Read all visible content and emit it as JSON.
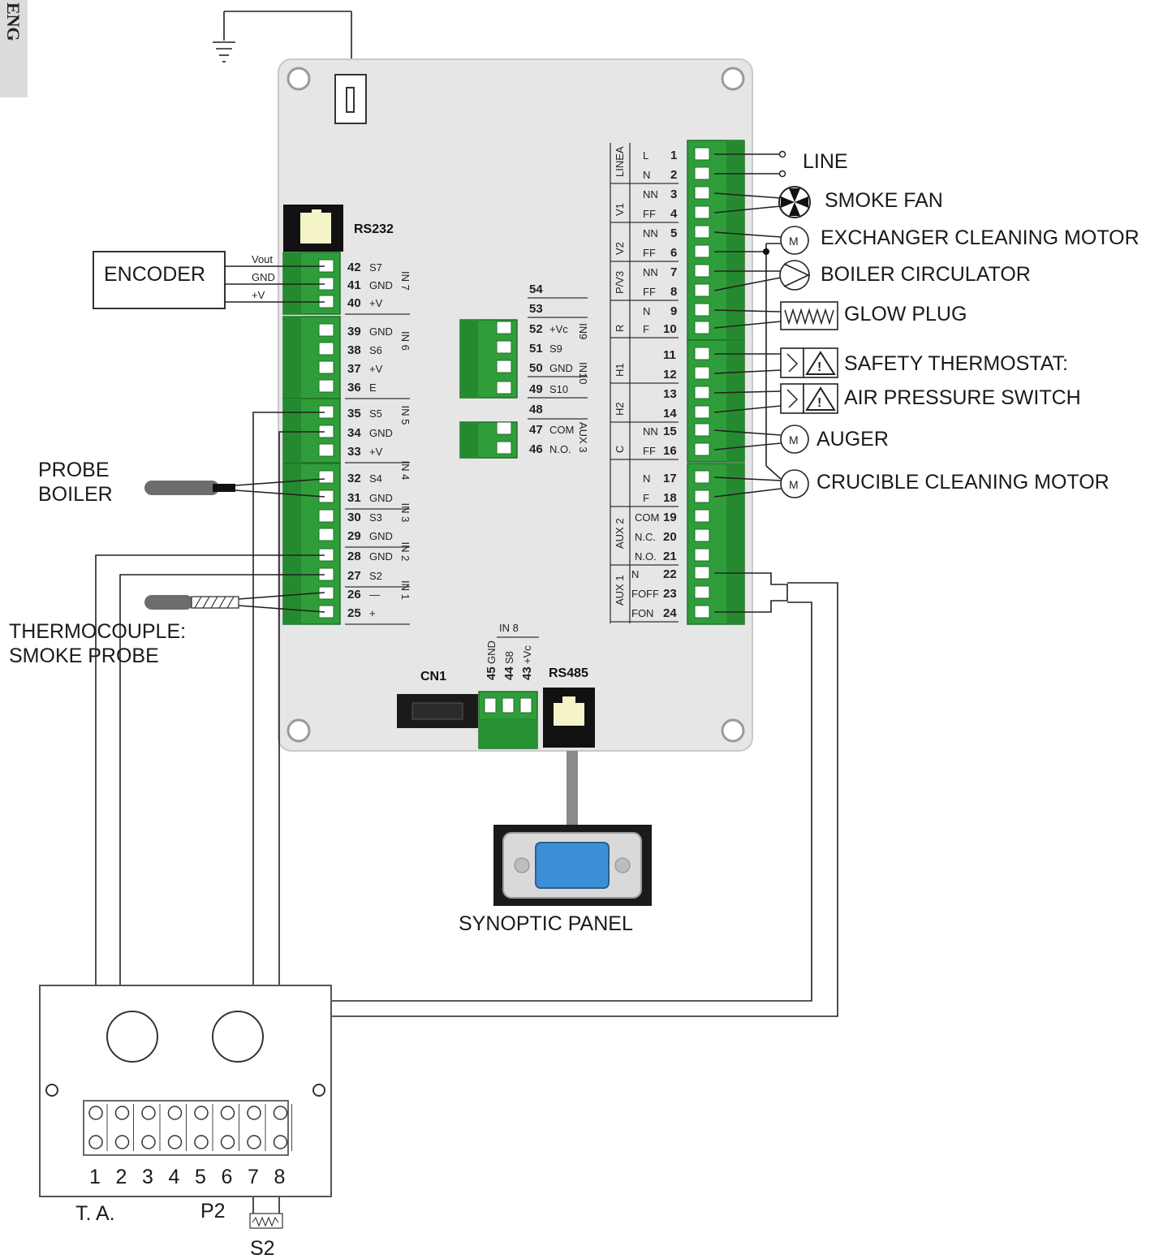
{
  "side_tab": {
    "text": "ENG"
  },
  "labels": {
    "encoder": "ENCODER",
    "rs232": "RS232",
    "rs485": "RS485",
    "cn1": "CN1",
    "in8": "IN 8",
    "probe_line1": "PROBE",
    "probe_line2": "BOILER",
    "thermo_line1": "THERMOCOUPLE:",
    "thermo_line2": "SMOKE PROBE",
    "synoptic": "SYNOPTIC PANEL",
    "ta": "T. A.",
    "p2": "P2",
    "s2": "S2",
    "enc_vout": "Vout",
    "enc_gnd": "GND",
    "enc_v": "+V"
  },
  "right_labels": [
    {
      "id": "line",
      "text": "LINE"
    },
    {
      "id": "smoke-fan",
      "text": "SMOKE FAN"
    },
    {
      "id": "exchanger",
      "text": "EXCHANGER CLEANING MOTOR"
    },
    {
      "id": "circulator",
      "text": "BOILER CIRCULATOR"
    },
    {
      "id": "glow-plug",
      "text": "GLOW PLUG"
    },
    {
      "id": "safety",
      "text": "SAFETY THERMOSTAT:"
    },
    {
      "id": "air",
      "text": "AIR PRESSURE SWITCH"
    },
    {
      "id": "auger",
      "text": "AUGER"
    },
    {
      "id": "crucible",
      "text": "CRUCIBLE CLEANING MOTOR"
    }
  ],
  "left_terminals": [
    {
      "num": "42",
      "sig": "S7"
    },
    {
      "num": "41",
      "sig": "GND"
    },
    {
      "num": "40",
      "sig": "+V"
    },
    {
      "num": "39",
      "sig": "GND"
    },
    {
      "num": "38",
      "sig": "S6"
    },
    {
      "num": "37",
      "sig": "+V"
    },
    {
      "num": "36",
      "sig": "E"
    },
    {
      "num": "35",
      "sig": "S5"
    },
    {
      "num": "34",
      "sig": "GND"
    },
    {
      "num": "33",
      "sig": "+V"
    },
    {
      "num": "32",
      "sig": "S4"
    },
    {
      "num": "31",
      "sig": "GND"
    },
    {
      "num": "30",
      "sig": "S3"
    },
    {
      "num": "29",
      "sig": "GND"
    },
    {
      "num": "28",
      "sig": "GND"
    },
    {
      "num": "27",
      "sig": "S2"
    },
    {
      "num": "26",
      "sig": "—"
    },
    {
      "num": "25",
      "sig": "+"
    }
  ],
  "left_groups": [
    "IN 7",
    "IN 6",
    "IN 5",
    "IN 4",
    "IN 3",
    "IN 2",
    "IN 1"
  ],
  "mid_terminals": [
    {
      "num": "54",
      "sig": ""
    },
    {
      "num": "53",
      "sig": ""
    },
    {
      "num": "52",
      "sig": "+Vc"
    },
    {
      "num": "51",
      "sig": "S9"
    },
    {
      "num": "50",
      "sig": "GND"
    },
    {
      "num": "49",
      "sig": "S10"
    },
    {
      "num": "48",
      "sig": ""
    },
    {
      "num": "47",
      "sig": "COM"
    },
    {
      "num": "46",
      "sig": "N.O."
    }
  ],
  "mid_groups": [
    "IN9",
    "IN10",
    "AUX 3"
  ],
  "right_terminals": [
    {
      "num": "1",
      "sig": "L"
    },
    {
      "num": "2",
      "sig": "N"
    },
    {
      "num": "3",
      "sig": "NN"
    },
    {
      "num": "4",
      "sig": "FF"
    },
    {
      "num": "5",
      "sig": "NN"
    },
    {
      "num": "6",
      "sig": "FF"
    },
    {
      "num": "7",
      "sig": "NN"
    },
    {
      "num": "8",
      "sig": "FF"
    },
    {
      "num": "9",
      "sig": "N"
    },
    {
      "num": "10",
      "sig": "F"
    },
    {
      "num": "11",
      "sig": ""
    },
    {
      "num": "12",
      "sig": ""
    },
    {
      "num": "13",
      "sig": ""
    },
    {
      "num": "14",
      "sig": ""
    },
    {
      "num": "15",
      "sig": "NN"
    },
    {
      "num": "16",
      "sig": "FF"
    },
    {
      "num": "17",
      "sig": "N"
    },
    {
      "num": "18",
      "sig": "F"
    },
    {
      "num": "19",
      "sig": "COM"
    },
    {
      "num": "20",
      "sig": "N.C."
    },
    {
      "num": "21",
      "sig": "N.O."
    },
    {
      "num": "22",
      "sig": "N"
    },
    {
      "num": "23",
      "sig": "FOFF"
    },
    {
      "num": "24",
      "sig": "FON"
    }
  ],
  "right_groups": [
    "LINEA",
    "V1",
    "V2",
    "P/V3",
    "R",
    "H1",
    "H2",
    "C",
    "AUX 2",
    "AUX 1"
  ],
  "bottom_terminals": [
    {
      "num": "45",
      "sig": "GND"
    },
    {
      "num": "44",
      "sig": "S8"
    },
    {
      "num": "43",
      "sig": "+Vc"
    }
  ],
  "terminal_block_numbers": [
    "1",
    "2",
    "3",
    "4",
    "5",
    "6",
    "7",
    "8"
  ],
  "colors": {
    "board": "#e6e6e6",
    "terminal_green": "#2f9e3a",
    "terminal_dark": "#1f7a2a",
    "screen_blue": "#3b8fd6"
  }
}
